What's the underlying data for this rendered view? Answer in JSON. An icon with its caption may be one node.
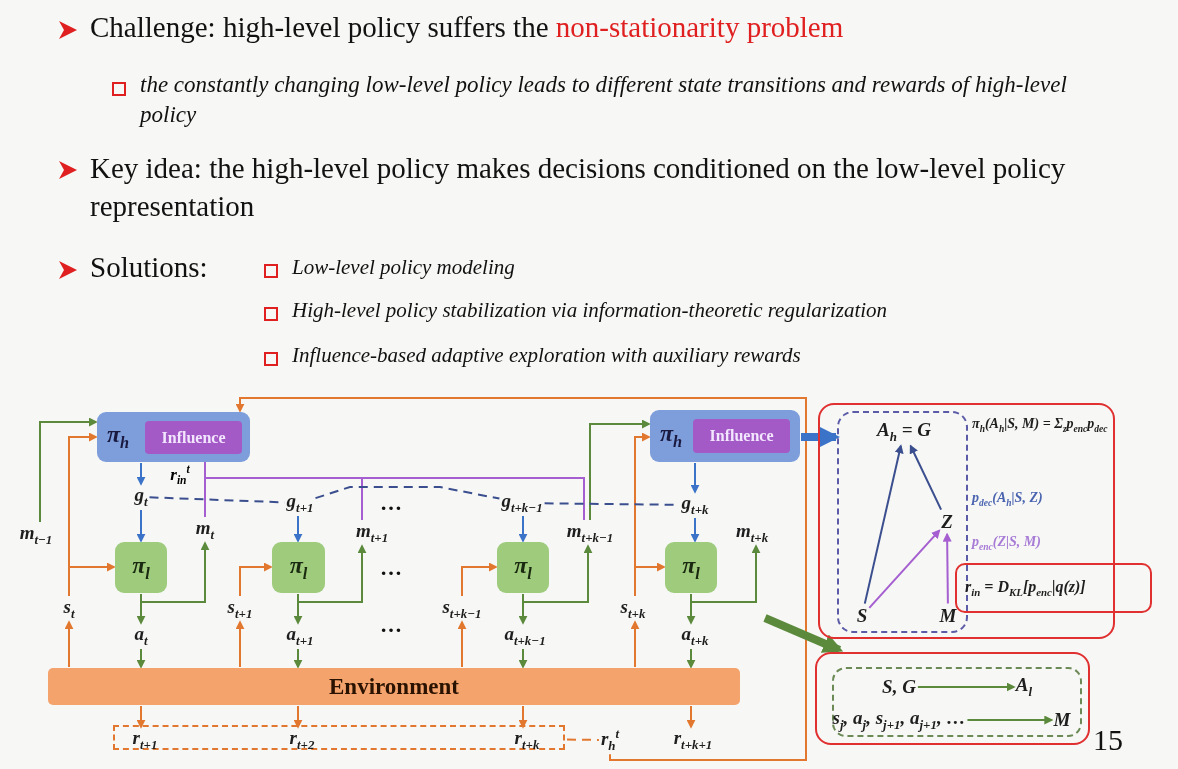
{
  "diagram": {
    "nodes": [
      {
        "text": [
          "π$_{h}$"
        ]
      },
      {
        "text": [
          "Influence"
        ],
        "in": 0
      },
      {
        "text": [
          "π$_{h}$"
        ]
      },
      {
        "text": [
          "Influence"
        ],
        "in": 2
      },
      {
        "text": [
          "m$_{t−1}$"
        ]
      },
      {
        "text": [
          "g$_{t}$"
        ]
      },
      {
        "text": [
          "m$_{t}$"
        ]
      },
      {
        "text": [
          "π$_{l}$"
        ]
      },
      {
        "text": [
          "s$_{t}$"
        ]
      },
      {
        "text": [
          "a$_{t}$"
        ]
      },
      {
        "text": [
          "g$_{t+1}$"
        ]
      },
      {
        "text": [
          "m$_{t+1}$"
        ]
      },
      {
        "text": [
          "π$_{l}$"
        ]
      },
      {
        "text": [
          "s$_{t+1}$"
        ]
      },
      {
        "text": [
          "a$_{t+1}$"
        ]
      },
      {
        "text": [
          "g$_{t+k−1}$"
        ]
      },
      {
        "text": [
          "m$_{t+k−1}$"
        ]
      },
      {
        "text": [
          "π$_{l}$"
        ]
      },
      {
        "text": [
          "s$_{t+k−1}$"
        ]
      },
      {
        "text": [
          "a$_{t+k−1}$"
        ]
      },
      {
        "text": [
          "g$_{t+k}$"
        ]
      },
      {
        "text": [
          "m$_{t+k}$"
        ]
      },
      {
        "text": [
          "π$_{l}$"
        ]
      },
      {
        "text": [
          "s$_{t+k}$"
        ]
      },
      {
        "text": [
          "a$_{t+k}$"
        ]
      },
      {
        "text": [
          "Environment"
        ]
      },
      {
        "text": [],
        "shape": "box"
      },
      {
        "text": [
          "r$_{t+1}$"
        ],
        "in": 26
      },
      {
        "text": [
          "r$_{t+2}$"
        ],
        "in": 26
      },
      {
        "text": [
          "r$_{t+k}$"
        ],
        "in": 26
      },
      {
        "text": [
          "r$_{h}$$^{t}$"
        ]
      },
      {
        "text": [
          "r$_{t+k+1}$"
        ]
      },
      {
        "text": [
          "π$_{h}$(A$_{h}$|S, M) = Σ$_{z}$p$_{enc}$p$_{dec}$",
          "p$_{dec}$(A$_{h}$|S, Z)",
          "p$_{enc}$(Z|S, M)"
        ]
      },
      {
        "text": [],
        "shape": "box",
        "in": 32
      },
      {
        "text": [
          "A$_{h}$ = G"
        ],
        "in": 33
      },
      {
        "text": [
          "Z"
        ],
        "in": 33
      },
      {
        "text": [
          "S"
        ],
        "in": 33
      },
      {
        "text": [
          "M"
        ],
        "in": 33
      },
      {
        "text": [
          "r$_{in}$ = D$_{KL}$[p$_{enc}$|q(z)]"
        ]
      },
      {
        "text": [],
        "shape": "box"
      },
      {
        "text": [],
        "shape": "box",
        "in": 39
      },
      {
        "text": [
          "S, G"
        ],
        "in": 40
      },
      {
        "text": [
          "A$_{l}$"
        ],
        "in": 40
      },
      {
        "text": [
          "s$_{j}$, a$_{j}$, s$_{j+1}$, a$_{j+1}$, …"
        ],
        "in": 40
      },
      {
        "text": [
          "M"
        ],
        "in": 40
      }
    ],
    "edges": [
      {
        "from": 4,
        "to": 0,
        "arrow": "to"
      },
      {
        "from": 8,
        "to": 0,
        "arrow": "to",
        "color": "#e2782f"
      },
      {
        "from": 8,
        "to": 7,
        "arrow": "to",
        "color": "#e2782f"
      },
      {
        "from": 0,
        "to": 5,
        "arrow": "to",
        "color": "#3b73c8"
      },
      {
        "from": 5,
        "to": 7,
        "arrow": "to",
        "color": "#3b73c8"
      },
      {
        "from": 7,
        "to": 9,
        "arrow": "to"
      },
      {
        "from": 7,
        "to": 6,
        "arrow": "to"
      },
      {
        "from": 9,
        "to": 25,
        "arrow": "to"
      },
      {
        "from": 25,
        "to": 8,
        "arrow": "to",
        "color": "#e2782f"
      },
      {
        "from": 25,
        "to": 27,
        "arrow": "to",
        "color": "#e2782f"
      },
      {
        "from": 6,
        "to": 1,
        "arrow": "to",
        "label": "r$_{in}$$^{t}$",
        "color": "#a55fd0"
      },
      {
        "from": 11,
        "to": 1,
        "arrow": "to",
        "color": "#a55fd0"
      },
      {
        "from": 16,
        "to": 1,
        "arrow": "to",
        "color": "#a55fd0"
      },
      {
        "from": 30,
        "to": 0,
        "arrow": "to",
        "color": "#e2782f"
      },
      {
        "from": 26,
        "to": 30,
        "arrow": "none",
        "style": "dashed",
        "color": "#e2782f"
      },
      {
        "from": 13,
        "to": 12,
        "arrow": "to",
        "color": "#e2782f"
      },
      {
        "from": 10,
        "to": 12,
        "arrow": "to",
        "color": "#3b73c8"
      },
      {
        "from": 12,
        "to": 14,
        "arrow": "to"
      },
      {
        "from": 12,
        "to": 11,
        "arrow": "to"
      },
      {
        "from": 14,
        "to": 25,
        "arrow": "to"
      },
      {
        "from": 25,
        "to": 13,
        "arrow": "to",
        "color": "#e2782f"
      },
      {
        "from": 25,
        "to": 28,
        "arrow": "to",
        "color": "#e2782f"
      },
      {
        "from": 18,
        "to": 17,
        "arrow": "to",
        "color": "#e2782f"
      },
      {
        "from": 15,
        "to": 17,
        "arrow": "to",
        "color": "#3b73c8"
      },
      {
        "from": 17,
        "to": 19,
        "arrow": "to"
      },
      {
        "from": 17,
        "to": 16,
        "arrow": "to"
      },
      {
        "from": 19,
        "to": 25,
        "arrow": "to"
      },
      {
        "from": 25,
        "to": 18,
        "arrow": "to",
        "color": "#e2782f"
      },
      {
        "from": 25,
        "to": 29,
        "arrow": "to",
        "color": "#e2782f"
      },
      {
        "from": 16,
        "to": 2,
        "arrow": "to"
      },
      {
        "from": 23,
        "to": 2,
        "arrow": "to",
        "color": "#e2782f"
      },
      {
        "from": 23,
        "to": 22,
        "arrow": "to",
        "color": "#e2782f"
      },
      {
        "from": 2,
        "to": 20,
        "arrow": "to",
        "color": "#3b73c8"
      },
      {
        "from": 20,
        "to": 22,
        "arrow": "to",
        "color": "#3b73c8"
      },
      {
        "from": 22,
        "to": 24,
        "arrow": "to"
      },
      {
        "from": 22,
        "to": 21,
        "arrow": "to"
      },
      {
        "from": 24,
        "to": 25,
        "arrow": "to"
      },
      {
        "from": 25,
        "to": 23,
        "arrow": "to",
        "color": "#e2782f"
      },
      {
        "from": 25,
        "to": 31,
        "arrow": "to",
        "color": "#e2782f"
      },
      {
        "from": 5,
        "to": 10,
        "arrow": "none",
        "style": "dashed",
        "color": "#3b4f8f"
      },
      {
        "from": 10,
        "to": 15,
        "arrow": "none",
        "style": "dashed",
        "color": "#3b4f8f"
      },
      {
        "from": 15,
        "to": 20,
        "arrow": "none",
        "style": "dashed",
        "color": "#3b4f8f"
      },
      {
        "from": 2,
        "to": 33,
        "arrow": "to",
        "style": "thick",
        "color": "#3b73c8"
      },
      {
        "from": null,
        "to": 39,
        "arrow": "to",
        "style": "thick"
      },
      {
        "from": 36,
        "to": 34,
        "arrow": "to",
        "color": "#3b4f8f"
      },
      {
        "from": 35,
        "to": 34,
        "arrow": "to",
        "color": "#3b4f8f"
      },
      {
        "from": 36,
        "to": 35,
        "arrow": "to",
        "color": "#a55fd0"
      },
      {
        "from": 37,
        "to": 35,
        "arrow": "to",
        "color": "#a55fd0"
      },
      {
        "from": 41,
        "to": 42,
        "arrow": "to"
      },
      {
        "from": 43,
        "to": 44,
        "arrow": "to"
      }
    ],
    "labels": [
      "Challenge: high-level policy suffers the **non-stationarity problem**",
      "the constantly changing low-level policy leads to different state transitions and rewards of high-level policy",
      "Key idea: the high-level policy makes decisions conditioned on the low-level policy representation",
      "Solutions:",
      "Low-level policy modeling",
      "High-level policy stabilization via information-theoretic regularization",
      "Influence-based adaptive exploration with auxiliary rewards",
      "…",
      "…",
      "…",
      "15"
    ]
  }
}
